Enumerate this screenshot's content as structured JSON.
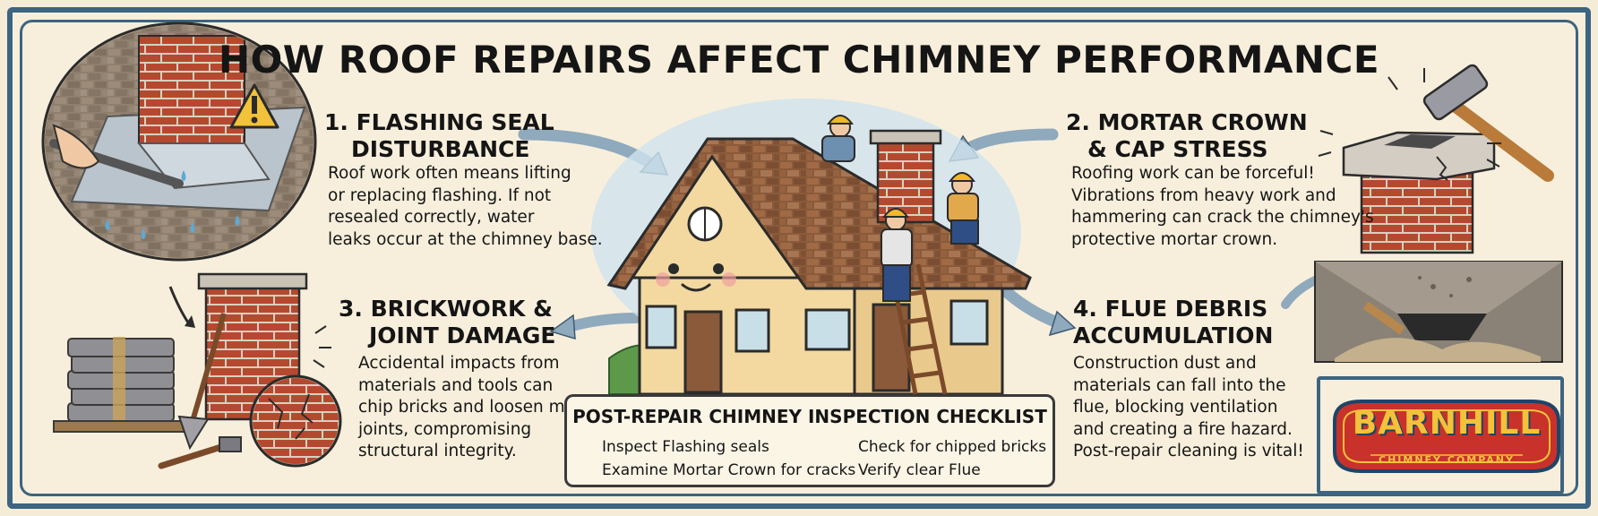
{
  "title": "HOW ROOF REPAIRS AFFECT CHIMNEY PERFORMANCE",
  "sections": [
    {
      "heading_line1": "1. FLASHING SEAL",
      "heading_line2": "DISTURBANCE",
      "body_lines": [
        "Roof work often means lifting",
        "or replacing flashing. If not",
        "resealed correctly, water",
        "leaks occur at the chimney base."
      ]
    },
    {
      "heading_line1": "2. MORTAR CROWN",
      "heading_line2": "& CAP STRESS",
      "body_lines": [
        "Roofing work can be forceful!",
        "Vibrations from heavy work and",
        "hammering can crack the chimney's",
        "protective mortar crown."
      ]
    },
    {
      "heading_line1": "3. BRICKWORK &",
      "heading_line2": "JOINT DAMAGE",
      "body_lines": [
        "Accidental impacts from",
        "materials and tools can",
        "chip bricks and loosen mortar",
        "joints, compromising",
        "structural integrity."
      ]
    },
    {
      "heading_line1": "4. FLUE DEBRIS",
      "heading_line2": "ACCUMULATION",
      "body_lines": [
        "Construction dust and",
        "materials can fall into the",
        "flue, blocking ventilation",
        "and creating a fire hazard.",
        "Post-repair cleaning is vital!"
      ]
    }
  ],
  "checklist": {
    "title": "POST-REPAIR CHIMNEY INSPECTION CHECKLIST",
    "items": [
      "Inspect Flashing seals",
      "Check for chipped bricks",
      "Examine Mortar Crown for cracks",
      "Verify clear Flue"
    ]
  },
  "logo": {
    "name": "BARNHILL",
    "tagline": "CHIMNEY COMPANY"
  },
  "icons": [
    "warning-icon",
    "checkbox-icon",
    "hammer-icon",
    "trowel-icon"
  ],
  "colors": {
    "frame": "#3d6480",
    "background": "#f7efdc",
    "brick": "#b5492f",
    "roof": "#8a5a3a",
    "house": "#f3d9a0",
    "check": "#c0392b",
    "logo_red": "#c8322b",
    "logo_yellow": "#f2c23a"
  }
}
